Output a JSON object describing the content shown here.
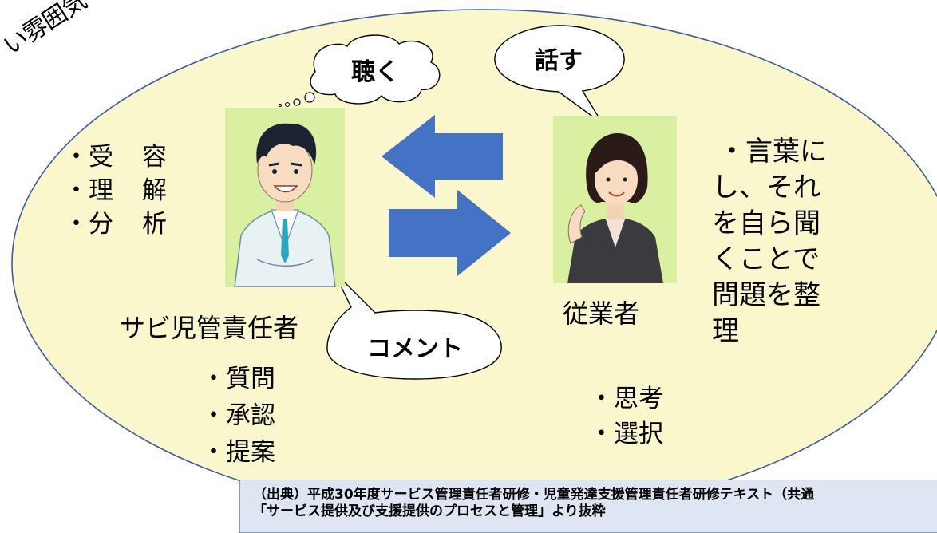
{
  "atmosphere_text": "い雰囲気",
  "bubbles": {
    "listen": "聴く",
    "speak": "話す",
    "comment": "コメント"
  },
  "manager": {
    "role": "サビ児管責任者",
    "attitudes": [
      {
        "bullet": "・受",
        "tail": "容"
      },
      {
        "bullet": "・理",
        "tail": "解"
      },
      {
        "bullet": "・分",
        "tail": "析"
      }
    ],
    "techniques": [
      "・質問",
      "・承認",
      "・提案"
    ]
  },
  "employee": {
    "role": "従業者",
    "note_lines": [
      "・言葉に",
      "し、それ",
      "を自ら聞",
      "くことで",
      "問題を整",
      "理"
    ],
    "actions": [
      "・思考",
      "・選択"
    ]
  },
  "source": {
    "line1": "（出典）平成30年度サービス管理責任者研修・児童発達支援管理責任者研修テキスト（共通",
    "line2": "「サービス提供及び支援提供のプロセスと管理」より抜粋"
  },
  "colors": {
    "ellipse_fill": "#fbf7cd",
    "ellipse_stroke": "#3d5c9e",
    "arrow": "#4472c4",
    "figure_bg": "#d9f0a3",
    "source_bg": "#dfe6f3"
  }
}
